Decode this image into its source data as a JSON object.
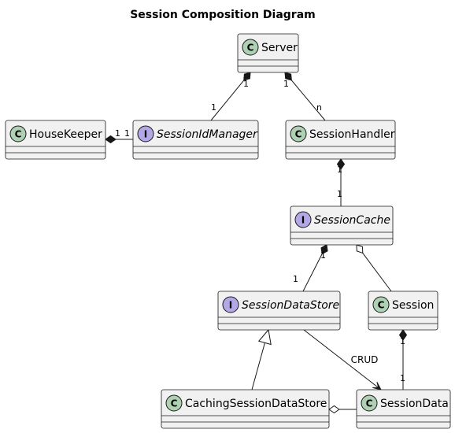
{
  "diagram": {
    "title": "Session Composition Diagram",
    "colors": {
      "class_badge": "#ADD1B2",
      "interface_badge": "#B4A7E5",
      "box_fill": "#F1F1F1",
      "line": "#181818"
    },
    "nodes": [
      {
        "id": "server",
        "name": "Server",
        "kind": "class",
        "badge": "C"
      },
      {
        "id": "housekeeper",
        "name": "HouseKeeper",
        "kind": "class",
        "badge": "C"
      },
      {
        "id": "sessionidmanager",
        "name": "SessionIdManager",
        "kind": "interface",
        "badge": "I"
      },
      {
        "id": "sessionhandler",
        "name": "SessionHandler",
        "kind": "class",
        "badge": "C"
      },
      {
        "id": "sessioncache",
        "name": "SessionCache",
        "kind": "interface",
        "badge": "I"
      },
      {
        "id": "sessiondatastore",
        "name": "SessionDataStore",
        "kind": "interface",
        "badge": "I"
      },
      {
        "id": "session",
        "name": "Session",
        "kind": "class",
        "badge": "C"
      },
      {
        "id": "cachingsessiondatastore",
        "name": "CachingSessionDataStore",
        "kind": "class",
        "badge": "C"
      },
      {
        "id": "sessiondata",
        "name": "SessionData",
        "kind": "class",
        "badge": "C"
      }
    ],
    "edges": [
      {
        "id": "server-sessionidmanager",
        "from": "server",
        "to": "sessionidmanager",
        "type": "composition",
        "from_mult": "1",
        "to_mult": "1"
      },
      {
        "id": "server-sessionhandler",
        "from": "server",
        "to": "sessionhandler",
        "type": "composition",
        "from_mult": "1",
        "to_mult": "n"
      },
      {
        "id": "housekeeper-sessionidmanager",
        "from": "housekeeper",
        "to": "sessionidmanager",
        "type": "composition",
        "from_mult": "1",
        "to_mult": "1"
      },
      {
        "id": "sessionhandler-sessioncache",
        "from": "sessionhandler",
        "to": "sessioncache",
        "type": "composition",
        "from_mult": "1",
        "to_mult": "1"
      },
      {
        "id": "sessioncache-sessiondatastore",
        "from": "sessioncache",
        "to": "sessiondatastore",
        "type": "composition",
        "from_mult": "1",
        "to_mult": "1"
      },
      {
        "id": "sessioncache-session",
        "from": "sessioncache",
        "to": "session",
        "type": "aggregation"
      },
      {
        "id": "session-sessiondata",
        "from": "session",
        "to": "sessiondata",
        "type": "composition",
        "from_mult": "1",
        "to_mult": "1"
      },
      {
        "id": "caching-sessiondatastore",
        "from": "cachingsessiondatastore",
        "to": "sessiondatastore",
        "type": "inheritance"
      },
      {
        "id": "sessiondatastore-sessiondata",
        "from": "sessiondatastore",
        "to": "sessiondata",
        "type": "dependency",
        "label": "CRUD"
      },
      {
        "id": "caching-sessiondata",
        "from": "cachingsessiondatastore",
        "to": "sessiondata",
        "type": "aggregation"
      }
    ]
  }
}
